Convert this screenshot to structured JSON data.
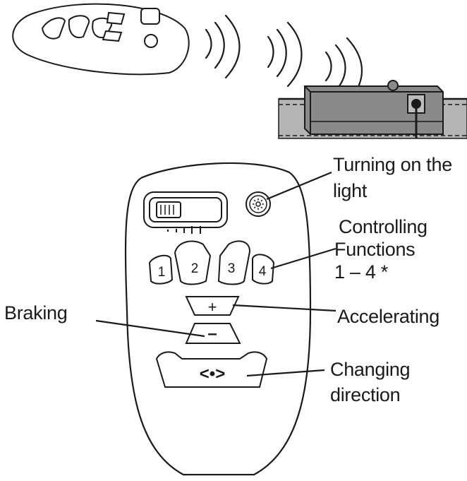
{
  "remote_buttons": {
    "function_1": "1",
    "function_2": "2",
    "function_3": "3",
    "function_4": "4",
    "plus": "+",
    "minus": "–",
    "direction": "<•>"
  },
  "callouts": {
    "light": [
      "Turning on the",
      "light"
    ],
    "functions": [
      "Controlling",
      "Functions",
      "1 – 4 *"
    ],
    "accelerating": "Accelerating",
    "braking": "Braking",
    "direction": [
      "Changing",
      "direction"
    ]
  },
  "colors": {
    "line": "#1a1a1a",
    "receiver_fill": "#8a8a8a",
    "track_fill": "#b5b5b5"
  }
}
